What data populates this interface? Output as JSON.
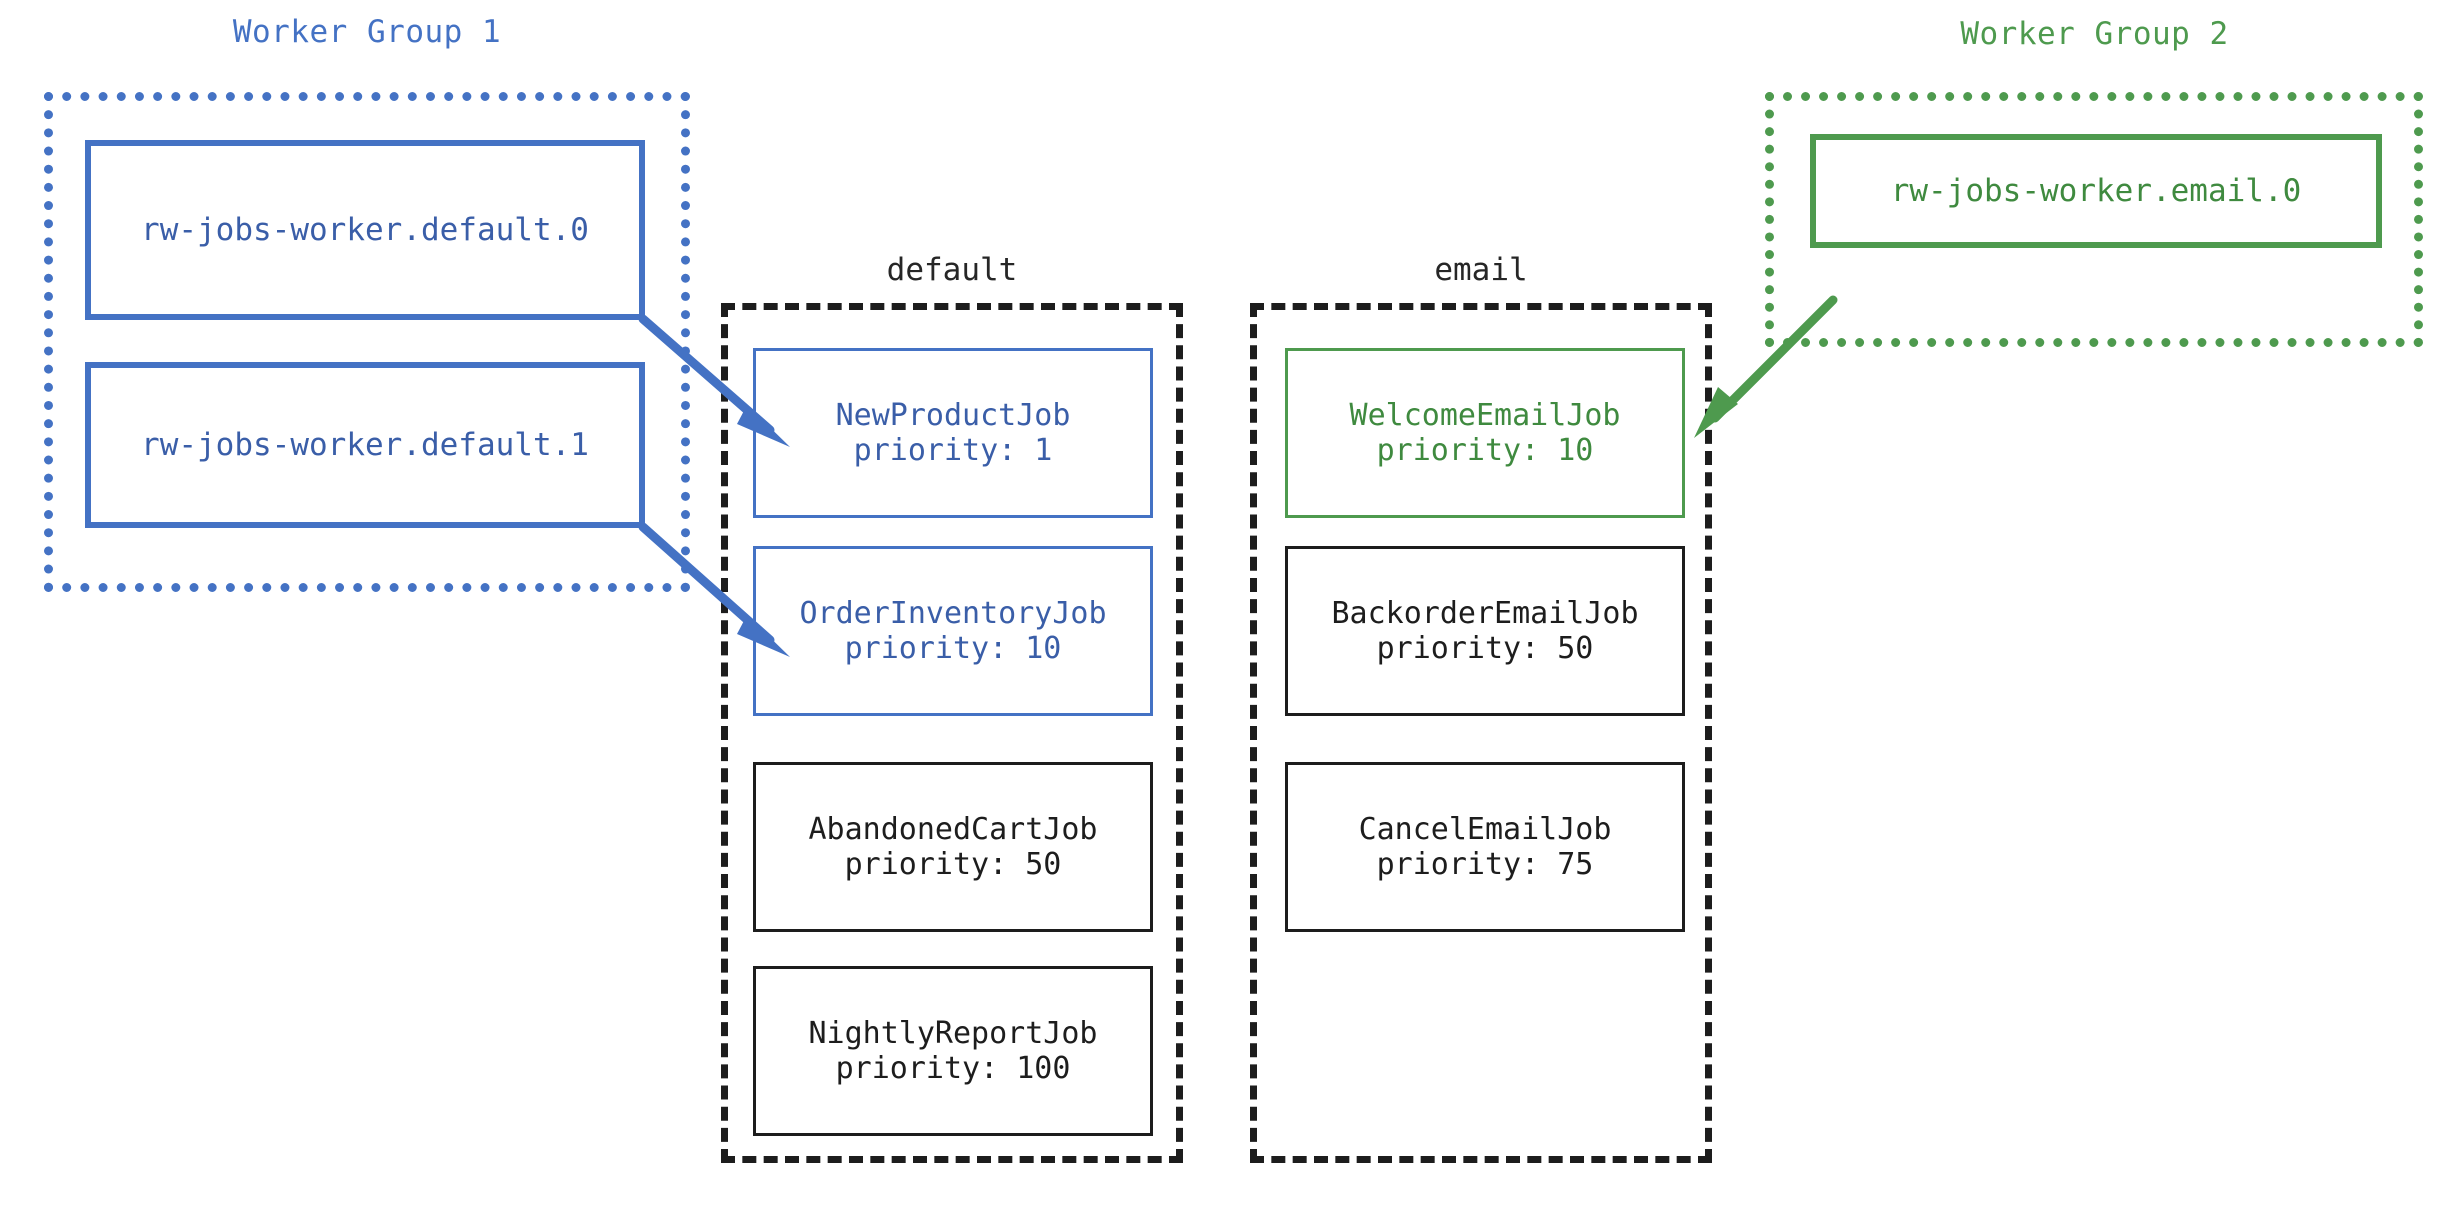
{
  "diagram": {
    "title_left": "Worker Group 1",
    "title_right": "Worker Group 2",
    "colors": {
      "blue": "#4472c4",
      "blue_text": "#3a5ea8",
      "green": "#4e9a4e",
      "green_text": "#3f8a3f",
      "black": "#1d1d1d",
      "background": "#ffffff"
    }
  },
  "worker_groups": [
    {
      "label": "Worker Group 1",
      "color": "#4472c4",
      "workers": [
        {
          "name": "rw-jobs-worker.default.0"
        },
        {
          "name": "rw-jobs-worker.default.1"
        }
      ]
    },
    {
      "label": "Worker Group 2",
      "color": "#4e9a4e",
      "workers": [
        {
          "name": "rw-jobs-worker.email.0"
        }
      ]
    }
  ],
  "queues": [
    {
      "label": "default",
      "jobs": [
        {
          "name": "NewProductJob",
          "priority": "priority: 1",
          "accent": "blue"
        },
        {
          "name": "OrderInventoryJob",
          "priority": "priority: 10",
          "accent": "blue"
        },
        {
          "name": "AbandonedCartJob",
          "priority": "priority: 50",
          "accent": "black"
        },
        {
          "name": "NightlyReportJob",
          "priority": "priority: 100",
          "accent": "black"
        }
      ]
    },
    {
      "label": "email",
      "jobs": [
        {
          "name": "WelcomeEmailJob",
          "priority": "priority: 10",
          "accent": "green"
        },
        {
          "name": "BackorderEmailJob",
          "priority": "priority: 50",
          "accent": "black"
        },
        {
          "name": "CancelEmailJob",
          "priority": "priority: 75",
          "accent": "black"
        }
      ]
    }
  ],
  "arrows": [
    {
      "from": "rw-jobs-worker.default.0",
      "to": "NewProductJob",
      "color": "#4472c4"
    },
    {
      "from": "rw-jobs-worker.default.1",
      "to": "OrderInventoryJob",
      "color": "#4472c4"
    },
    {
      "from": "rw-jobs-worker.email.0",
      "to": "WelcomeEmailJob",
      "color": "#4e9a4e"
    }
  ]
}
